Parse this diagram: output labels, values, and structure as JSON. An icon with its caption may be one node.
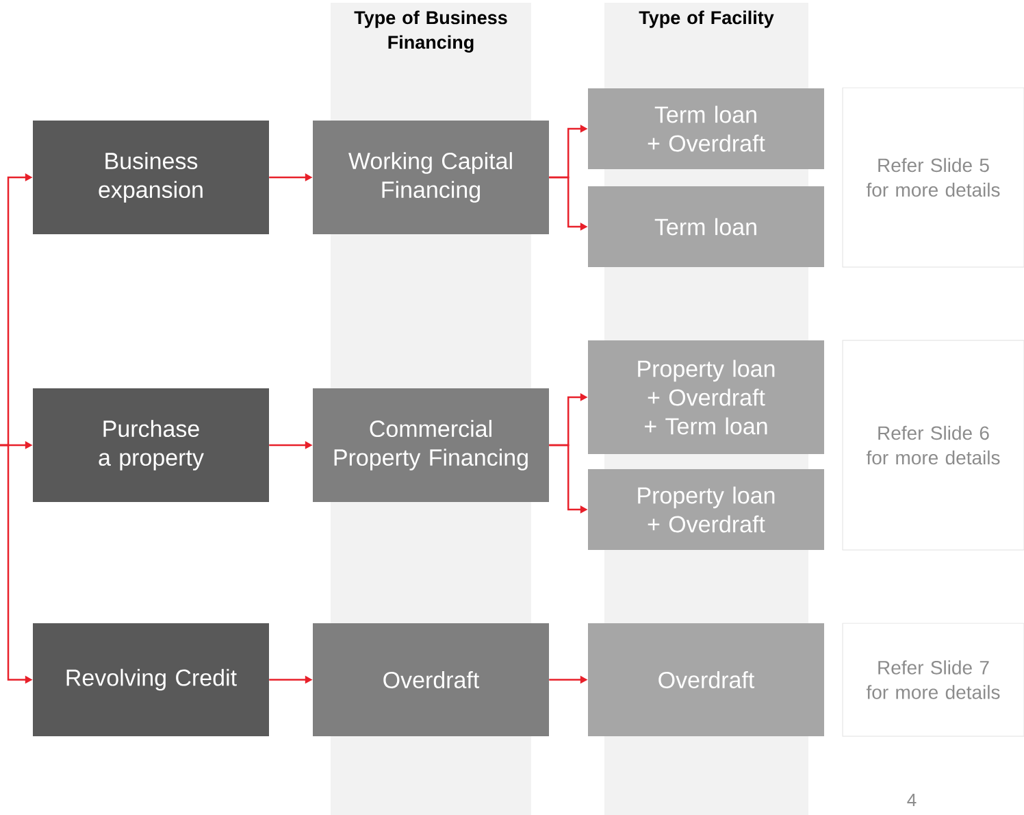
{
  "diagram": {
    "nodes": [
      {
        "text": [
          "Type of Business Financing"
        ]
      },
      {
        "text": [
          "Type of Facility"
        ]
      },
      {
        "text": [
          "Business expansion"
        ]
      },
      {
        "text": [
          "Working Capital Financing"
        ]
      },
      {
        "text": [
          "Term loan + Overdraft"
        ]
      },
      {
        "text": [
          "Refer Slide 5 for more details"
        ]
      },
      {
        "text": [
          "Term loan"
        ]
      },
      {
        "text": [
          "Purchase a property"
        ]
      },
      {
        "text": [
          "Commercial Property Financing"
        ]
      },
      {
        "text": [
          "Property loan + Overdraft + Term loan"
        ]
      },
      {
        "text": [
          "Refer Slide 6 for more details"
        ]
      },
      {
        "text": [
          "Property loan + Overdraft"
        ]
      },
      {
        "text": [
          "Revolving Credit"
        ]
      },
      {
        "text": [
          "Overdraft"
        ]
      },
      {
        "text": [
          "Overdraft"
        ]
      },
      {
        "text": [
          "Refer Slide 7 for more details"
        ]
      }
    ],
    "edges": [
      {
        "from": null,
        "to": 2,
        "arrow": "to"
      },
      {
        "from": null,
        "to": 7,
        "arrow": "to"
      },
      {
        "from": null,
        "to": 12,
        "arrow": "to"
      },
      {
        "from": 2,
        "to": 3,
        "arrow": "to"
      },
      {
        "from": 3,
        "to": 4,
        "arrow": "to"
      },
      {
        "from": 3,
        "to": 6,
        "arrow": "to"
      },
      {
        "from": 7,
        "to": 8,
        "arrow": "to"
      },
      {
        "from": 8,
        "to": 9,
        "arrow": "to"
      },
      {
        "from": 8,
        "to": 11,
        "arrow": "to"
      },
      {
        "from": 12,
        "to": 13,
        "arrow": "to"
      },
      {
        "from": 13,
        "to": 14,
        "arrow": "to"
      }
    ],
    "labels": [
      "4"
    ]
  }
}
